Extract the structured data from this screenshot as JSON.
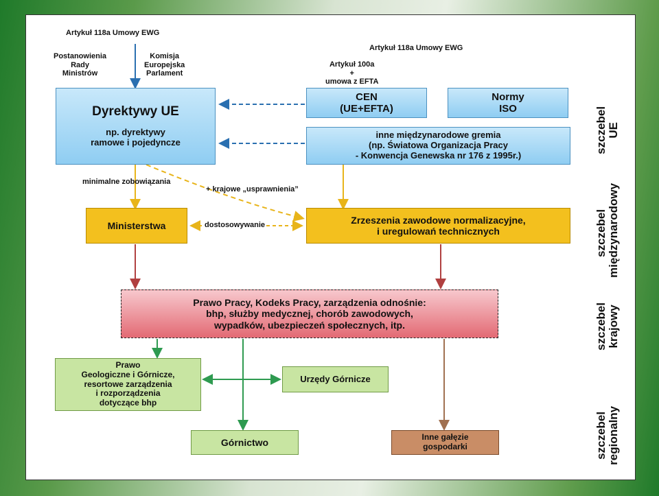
{
  "labels": {
    "art118_top": "Artykuł 118a Umowy EWG",
    "postanowienia": [
      "Postanowienia",
      "Rady",
      "Ministrów"
    ],
    "komisja": [
      "Komisja",
      "Europejska",
      "Parlament"
    ],
    "art118_right": "Artykuł 118a Umowy EWG",
    "art100": [
      "Artykuł 100a",
      "+",
      "umowa z EFTA"
    ],
    "minimalne": "minimalne  zobowiązania",
    "krajowe": "+ krajowe „usprawnienia”",
    "dostosowywanie": "dostosowywanie"
  },
  "boxes": {
    "dyrektywy_title": "Dyrektywy UE",
    "dyrektywy_sub": [
      "np. dyrektywy",
      "ramowe i pojedyncze"
    ],
    "cen": [
      "CEN",
      "(UE+EFTA)"
    ],
    "normy": [
      "Normy",
      "ISO"
    ],
    "inne_gremia": [
      "inne międzynarodowe gremia",
      "(np. Światowa Organizacja Pracy",
      "- Konwencja Genewska nr 176 z 1995r.)"
    ],
    "ministerstwa": "Ministerstwa",
    "zrzeszenia": [
      "Zrzeszenia zawodowe normalizacyjne,",
      "i uregulowań technicznych"
    ],
    "prawo_pracy": [
      "Prawo Pracy, Kodeks Pracy, zarządzenia odnośnie:",
      "bhp, służby medycznej, chorób zawodowych,",
      "wypadków, ubezpieczeń społecznych, itp."
    ],
    "prawo_geo": [
      "Prawo",
      "Geologiczne i Górnicze,",
      "resortowe zarządzenia",
      "i rozporządzenia",
      "dotyczące bhp"
    ],
    "urzedy": "Urzędy Górnicze",
    "gornictwo": "Górnictwo",
    "inne_galezie": [
      "Inne gałęzie",
      "gospodarki"
    ]
  },
  "levels": {
    "ue": [
      "szczebel",
      "UE"
    ],
    "miedzynarodowy": [
      "szczebel",
      "międzynarodowy"
    ],
    "krajowy": [
      "szczebel",
      "krajowy"
    ],
    "regionalny": [
      "szczebel",
      "regionalny"
    ]
  },
  "colors": {
    "blue_arrow": "#2a6fb0",
    "yellow_arrow": "#e8b41a",
    "red_arrow": "#b04040",
    "green_arrow": "#2e9a50",
    "brown_arrow": "#a07050"
  }
}
